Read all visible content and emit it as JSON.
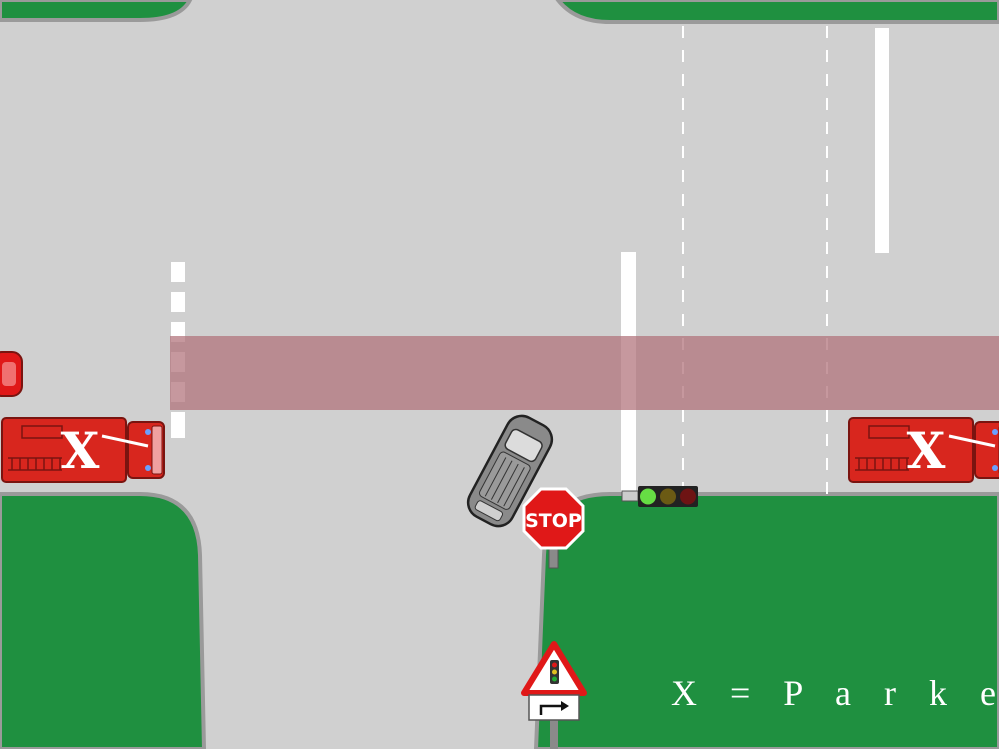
{
  "legend": {
    "text": "X = P a r k e n d"
  },
  "stop_sign": {
    "text": "STOP"
  },
  "parked_marker": "X",
  "traffic_light": {
    "lit": "green",
    "lamps": [
      "green",
      "yellow",
      "red"
    ]
  },
  "colors": {
    "road": "#d0d0d0",
    "grass": "#1f9040",
    "curb": "#9a9a9a",
    "marking": "#ffffff",
    "zone": "#b07078",
    "fire_truck": "#d8261e",
    "car": "#8a8a8a",
    "light_green": "#66dd44",
    "light_yellow": "#6b5a14",
    "light_red": "#6e1414"
  },
  "icons": [
    "fire-truck-icon",
    "car-icon",
    "stop-sign-icon",
    "traffic-light-icon",
    "warning-sign-icon",
    "turn-right-arrow-icon"
  ]
}
